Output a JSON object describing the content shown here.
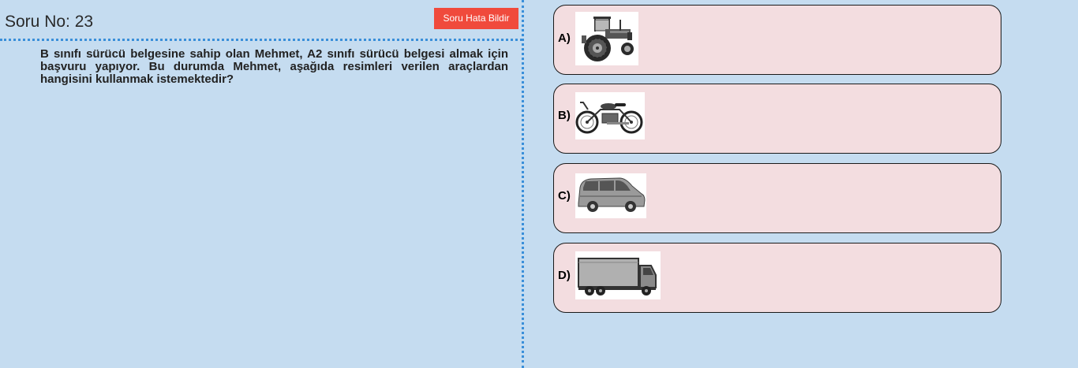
{
  "question": {
    "title": "Soru No: 23",
    "report_label": "Soru Hata Bildir",
    "text": "B sınıfı sürücü belgesine sahip olan Mehmet, A2 sınıfı sürücü belgesi almak için başvuru yapıyor. Bu durumda Mehmet, aşağıda resimleri verilen araçlardan hangisini kullanmak istemektedir?"
  },
  "options": [
    {
      "letter": "A)",
      "image": "tractor-image"
    },
    {
      "letter": "B)",
      "image": "motorcycle-image"
    },
    {
      "letter": "C)",
      "image": "minivan-image"
    },
    {
      "letter": "D)",
      "image": "truck-image"
    }
  ],
  "colors": {
    "background": "#c5dcf0",
    "option_background": "#f3dde0",
    "report_button": "#f04a3c",
    "divider": "#3a8fd9"
  }
}
